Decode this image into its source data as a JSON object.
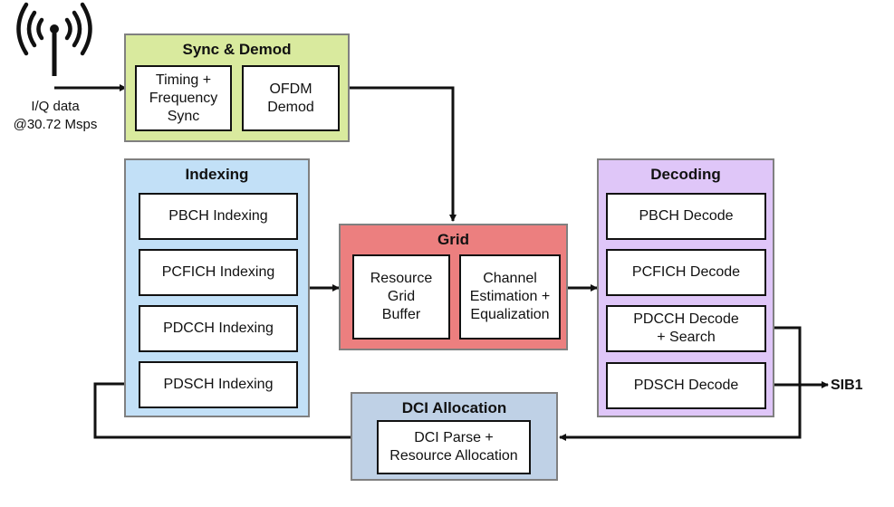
{
  "antenna": {
    "icon": "radio-antenna-icon",
    "label": "I/Q data\n@30.72 Msps"
  },
  "sync_demod": {
    "title": "Sync & Demod",
    "color": "#d9ea9e",
    "blocks": [
      "Timing +\nFrequency\nSync",
      "OFDM\nDemod"
    ]
  },
  "indexing": {
    "title": "Indexing",
    "color": "#c2e0f7",
    "blocks": [
      "PBCH Indexing",
      "PCFICH Indexing",
      "PDCCH Indexing",
      "PDSCH Indexing"
    ]
  },
  "grid": {
    "title": "Grid",
    "color": "#ec7f7f",
    "blocks": [
      "Resource\nGrid\nBuffer",
      "Channel\nEstimation +\nEqualization"
    ]
  },
  "decoding": {
    "title": "Decoding",
    "color": "#dfc6f8",
    "blocks": [
      "PBCH Decode",
      "PCFICH Decode",
      "PDCCH Decode\n+ Search",
      "PDSCH Decode"
    ]
  },
  "dci_allocation": {
    "title": "DCI Allocation",
    "color": "#bfd1e6",
    "blocks": [
      "DCI Parse +\nResource Allocation"
    ]
  },
  "output": {
    "label": "SIB1"
  },
  "line_color": "#111111"
}
